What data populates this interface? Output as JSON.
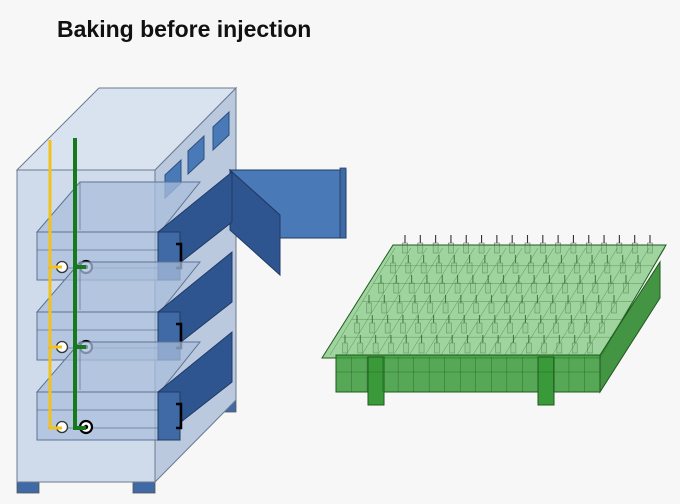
{
  "title": "Baking before injection",
  "colors": {
    "background": "#f7f7f7",
    "cabinet_front": "#cfdbea",
    "cabinet_side": "#bac9dd",
    "cabinet_top": "#d9e3ef",
    "drawer_blue": "#3f6aa5",
    "drawer_blue_dark": "#2f5590",
    "door_blue": "#4a79b8",
    "tray_inner": "#a9bedb",
    "yellow_line": "#f2c21b",
    "green_line": "#16791b",
    "rack_green": "#3a9a3a",
    "rack_green_light": "#58b858"
  },
  "icons": {
    "oven": "oven-cabinet-icon",
    "rack": "needle-tray-rack-icon"
  },
  "counts": {
    "drawers": 3,
    "rack_columns": 17
  }
}
